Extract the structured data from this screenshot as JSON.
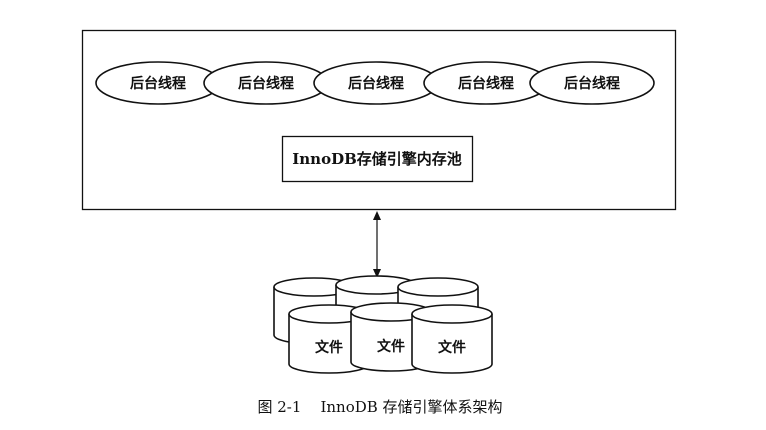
{
  "diagram": {
    "threads": [
      {
        "label": "后台线程"
      },
      {
        "label": "后台线程"
      },
      {
        "label": "后台线程"
      },
      {
        "label": "后台线程"
      },
      {
        "label": "后台线程"
      }
    ],
    "buffer_pool": {
      "label": "InnoDB存储引擎内存池"
    },
    "files": [
      {
        "label": "文件"
      },
      {
        "label": "文件"
      },
      {
        "label": "文件"
      }
    ],
    "caption": "图 2-1    InnoDB 存储引擎体系架构"
  }
}
